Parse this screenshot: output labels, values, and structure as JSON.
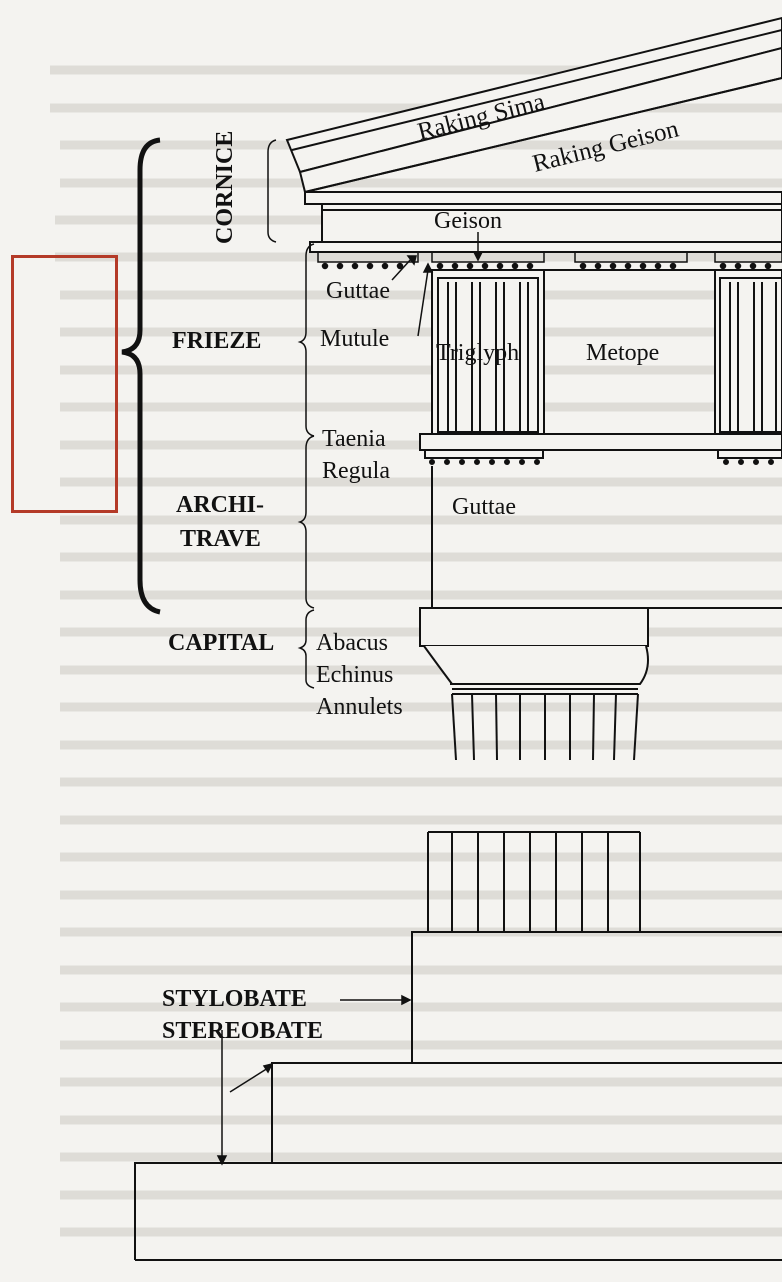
{
  "labels": {
    "raking_sima": "Raking Sima",
    "raking_geison": "Raking Geison",
    "cornice": "CORNICE",
    "geison": "Geison",
    "frieze": "FRIEZE",
    "guttae_top": "Guttae",
    "mutule": "Mutule",
    "triglyph": "Triglyph",
    "metope": "Metope",
    "taenia": "Taenia",
    "regula": "Regula",
    "archi": "ARCHI-",
    "trave": "TRAVE",
    "guttae_bottom": "Guttae",
    "capital": "CAPITAL",
    "abacus": "Abacus",
    "echinus": "Echinus",
    "annulets": "Annulets",
    "stylobate": "STYLOBATE",
    "stereobate": "STEREOBATE"
  },
  "colors": {
    "ink": "#111111",
    "paper": "#f4f3f0",
    "highlight": "#b43a28"
  }
}
